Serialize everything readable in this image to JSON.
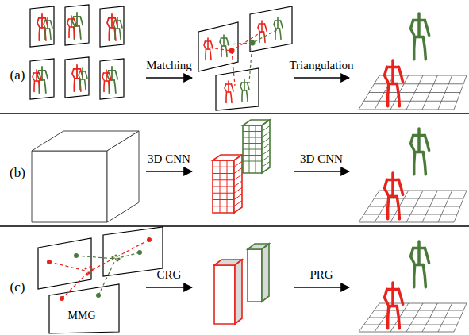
{
  "diagram": {
    "labels": [
      "(a)",
      "Matching",
      "Triangulation",
      "(b)",
      "3D CNN",
      "3D CNN",
      "(c)",
      "CRG",
      "PRG",
      "MMG"
    ]
  }
}
